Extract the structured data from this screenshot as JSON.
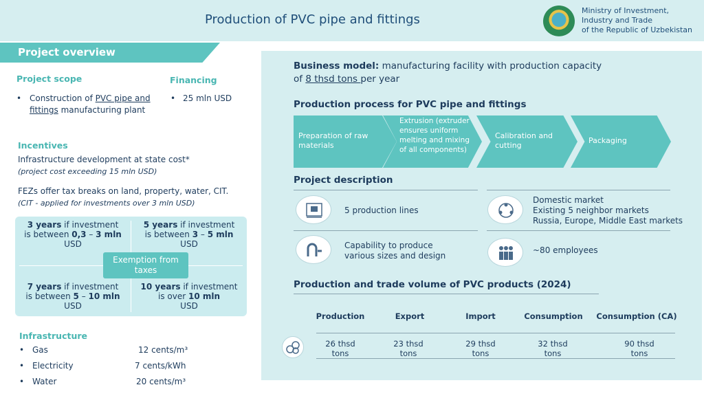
{
  "header": {
    "title": "Production of PVC pipe and fittings",
    "ministry_line1": "Ministry of Investment,",
    "ministry_line2": "Industry and Trade",
    "ministry_line3": "of the Republic of Uzbekistan"
  },
  "overview": {
    "banner": "Project overview",
    "scope_heading": "Project scope",
    "scope_pre": "Construction of ",
    "scope_link1": "PVC pipe and",
    "scope_link2": "fittings",
    "scope_post": " manufacturing plant",
    "financing_heading": "Financing",
    "financing_value": "25 mln USD",
    "incentives_heading": "Incentives",
    "infra_dev": "Infrastructure development at state cost*",
    "infra_note": "(project cost exceeding 15 mln USD)",
    "fez": "FEZs offer tax breaks on land, property, water, CIT.",
    "fez_note": "(CIT - applied for investments over 3 mln USD)",
    "bullet": "•"
  },
  "exemption": {
    "center": "Exemption from taxes",
    "c1_years": "3 years",
    "c1_mid": " if investment",
    "c1_pre": "is between ",
    "c1_a": "0,3",
    "c1_dash": " – ",
    "c1_b": "3 mln",
    "c1_unit": "USD",
    "c2_years": "5 years",
    "c2_mid": " if investment",
    "c2_pre": "is between ",
    "c2_a": "3",
    "c2_dash": " – ",
    "c2_b": "5 mln",
    "c2_unit": "USD",
    "c3_years": "7 years",
    "c3_mid": " if investment",
    "c3_pre": "is between ",
    "c3_a": "5",
    "c3_dash": " – ",
    "c3_b": "10 mln",
    "c3_unit": "USD",
    "c4_years": "10 years",
    "c4_mid": " if investment",
    "c4_pre": "is over ",
    "c4_b": "10 mln",
    "c4_unit": "USD"
  },
  "infrastructure": {
    "heading": "Infrastructure",
    "items": [
      {
        "label": "Gas",
        "value": "12 cents/m³"
      },
      {
        "label": "Electricity",
        "value": "7 cents/kWh"
      },
      {
        "label": "Water",
        "value": "20 cents/m³"
      }
    ]
  },
  "business": {
    "label": "Business model:",
    "text1": " manufacturing facility with production capacity",
    "text2_pre": "of ",
    "capacity": "8 thsd tons ",
    "text2_post": "per year"
  },
  "process": {
    "heading": "Production process for PVC pipe and fittings",
    "steps": [
      "Preparation of raw materials",
      "Extrusion (extruder ensures uniform melting and mixing of all components)",
      "Calibration and cutting",
      "Packaging"
    ]
  },
  "description": {
    "heading": "Project description",
    "lines": "5 production lines",
    "markets1": "Domestic market",
    "markets2": "Existing 5 neighbor markets",
    "markets3": "Russia, Europe, Middle East markets",
    "capability1": "Capability to produce",
    "capability2": "various sizes and design",
    "employees": "~80 employees"
  },
  "trade": {
    "heading": "Production and trade volume of PVC products (2024)",
    "columns": [
      {
        "header": "Production",
        "value": "26 thsd",
        "unit": "tons"
      },
      {
        "header": "Export",
        "value": "23 thsd",
        "unit": "tons"
      },
      {
        "header": "Import",
        "value": "29 thsd",
        "unit": "tons"
      },
      {
        "header": "Consumption",
        "value": "32 thsd",
        "unit": "tons"
      },
      {
        "header": "Consumption (CA)",
        "value": "90 thsd",
        "unit": "tons"
      }
    ]
  },
  "colors": {
    "accent": "#5ec4c0",
    "navy": "#1d3b5c",
    "panel": "#d6eef0"
  },
  "icons": [
    "uzbekistan-emblem-icon",
    "production-line-icon",
    "globe-people-icon",
    "pipe-fittings-icon",
    "employees-icon",
    "pipe-rolls-icon"
  ]
}
